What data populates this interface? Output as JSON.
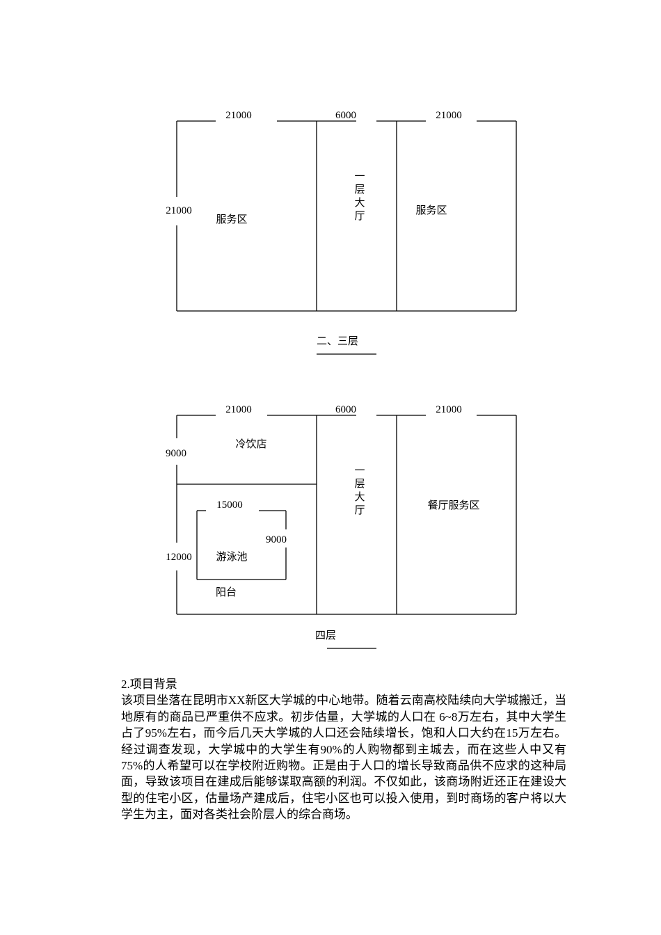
{
  "floor23": {
    "dim_top_left": "21000",
    "dim_top_mid": "6000",
    "dim_top_right": "21000",
    "dim_left": "21000",
    "left_zone": "服务区",
    "hall_chars": [
      "一",
      "层",
      "大",
      "厅"
    ],
    "right_zone": "服务区",
    "caption": "二、三层"
  },
  "floor4": {
    "dim_top_left": "21000",
    "dim_top_mid": "6000",
    "dim_top_right": "21000",
    "dim_left_top": "9000",
    "dim_left_bottom": "12000",
    "cold_drink": "冷饮店",
    "pool_width": "15000",
    "pool_height": "9000",
    "pool": "游泳池",
    "balcony": "阳台",
    "hall_chars": [
      "一",
      "层",
      "大",
      "厅"
    ],
    "right_zone": "餐厅服务区",
    "caption": "四层"
  },
  "section": {
    "heading": "2.项目背景",
    "body": "该项目坐落在昆明市XX新区大学城的中心地带。随着云南高校陆续向大学城搬迁，当地原有的商品已严重供不应求。初步估量，大学城的人口在 6~8万左右，其中大学生占了95%左右，而今后几天大学城的人口还会陆续增长，饱和人口大约在15万左右。经过调查发现，大学城中的大学生有90%的人购物都到主城去，而在这些人中又有75%的人希望可以在学校附近购物。正是由于人口的增长导致商品供不应求的这种局面，导致该项目在建成后能够谋取高额的利润。不仅如此，该商场附近还正在建设大型的住宅小区，估量场产建成后，住宅小区也可以投入使用，到时商场的客户将以大学生为主，面对各类社会阶层人的综合商场。"
  }
}
